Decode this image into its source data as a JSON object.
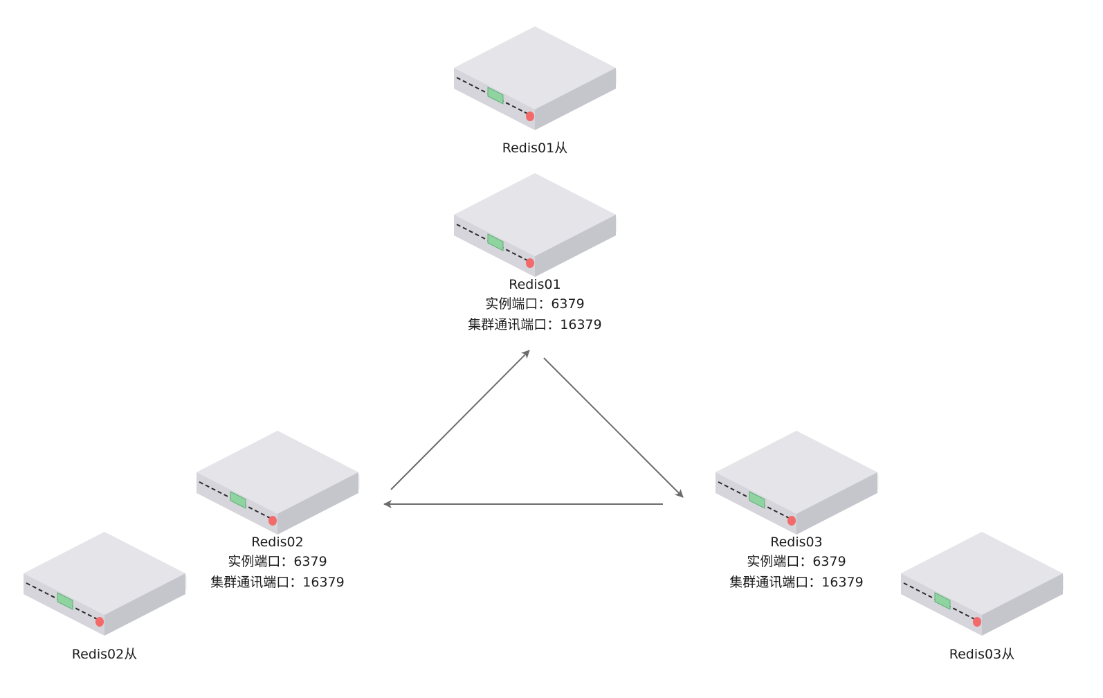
{
  "nodes": {
    "redis01_slave": {
      "name": "Redis01从"
    },
    "redis01": {
      "name": "Redis01",
      "instance_port": "实例端口：6379",
      "bus_port": "集群通讯端口：16379"
    },
    "redis02": {
      "name": "Redis02",
      "instance_port": "实例端口：6379",
      "bus_port": "集群通讯端口：16379"
    },
    "redis03": {
      "name": "Redis03",
      "instance_port": "实例端口：6379",
      "bus_port": "集群通讯端口：16379"
    },
    "redis02_slave": {
      "name": "Redis02从"
    },
    "redis03_slave": {
      "name": "Redis03从"
    }
  },
  "edges": [
    {
      "from": "redis02",
      "to": "redis01"
    },
    {
      "from": "redis01",
      "to": "redis03"
    },
    {
      "from": "redis03",
      "to": "redis02"
    }
  ],
  "colors": {
    "server_top": "#e4e4e9",
    "server_left": "#d5d5db",
    "server_right": "#c5c5cc",
    "led_green": "#8fd3a0",
    "led_red": "#f26a6a",
    "arrow": "#6b6b6b"
  }
}
